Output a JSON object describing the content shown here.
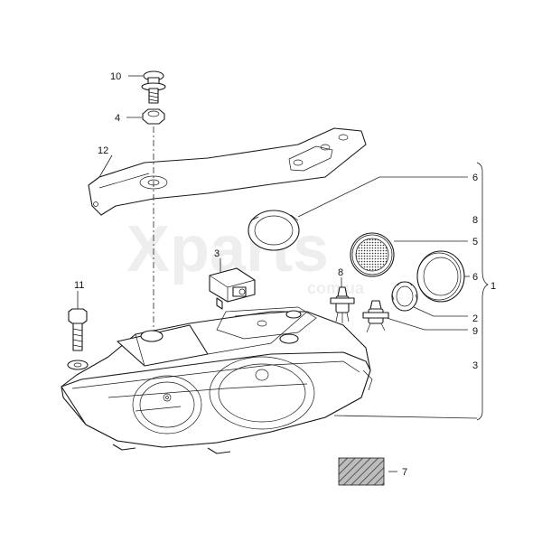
{
  "watermark": {
    "brand": "Xparts",
    "domain": "com.ua"
  },
  "callouts": [
    {
      "id": "c10",
      "text": "10"
    },
    {
      "id": "c4",
      "text": "4"
    },
    {
      "id": "c12",
      "text": "12"
    },
    {
      "id": "c3a",
      "text": "3"
    },
    {
      "id": "c11",
      "text": "11"
    },
    {
      "id": "c8a",
      "text": "8"
    },
    {
      "id": "c6a",
      "text": "6"
    },
    {
      "id": "c8b",
      "text": "8"
    },
    {
      "id": "c5",
      "text": "5"
    },
    {
      "id": "c6b",
      "text": "6"
    },
    {
      "id": "c1",
      "text": "1"
    },
    {
      "id": "c2",
      "text": "2"
    },
    {
      "id": "c9",
      "text": "9"
    },
    {
      "id": "c3b",
      "text": "3"
    },
    {
      "id": "c7",
      "text": "7"
    }
  ]
}
